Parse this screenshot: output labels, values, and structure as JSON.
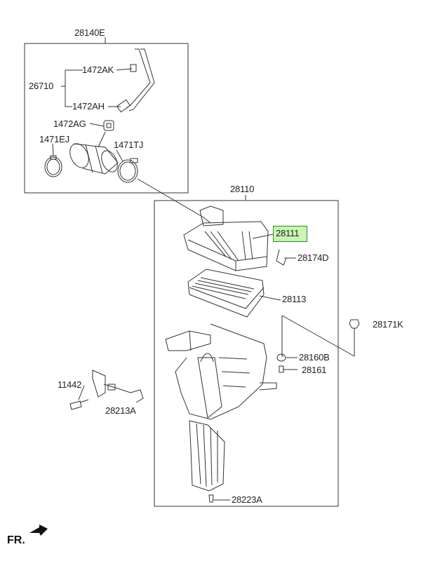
{
  "labels": {
    "group_top": "28140E",
    "hose_kit": "26710",
    "clamp_top": "1472AK",
    "clamp_mid": "1472AH",
    "clamp_low": "1472AG",
    "clamp_left": "1471EJ",
    "clamp_right": "1471TJ",
    "assy": "28110",
    "cover": "28111",
    "clip": "28174D",
    "element": "28113",
    "bolt_right": "28171K",
    "grommet": "28160B",
    "grommet2": "28161",
    "bolt_left": "11442",
    "bracket": "28213A",
    "drain": "28223A",
    "front": "FR."
  },
  "colors": {
    "highlight_fill": "#c9f5b5",
    "highlight_border": "#2e8b2e",
    "line": "#333333"
  }
}
